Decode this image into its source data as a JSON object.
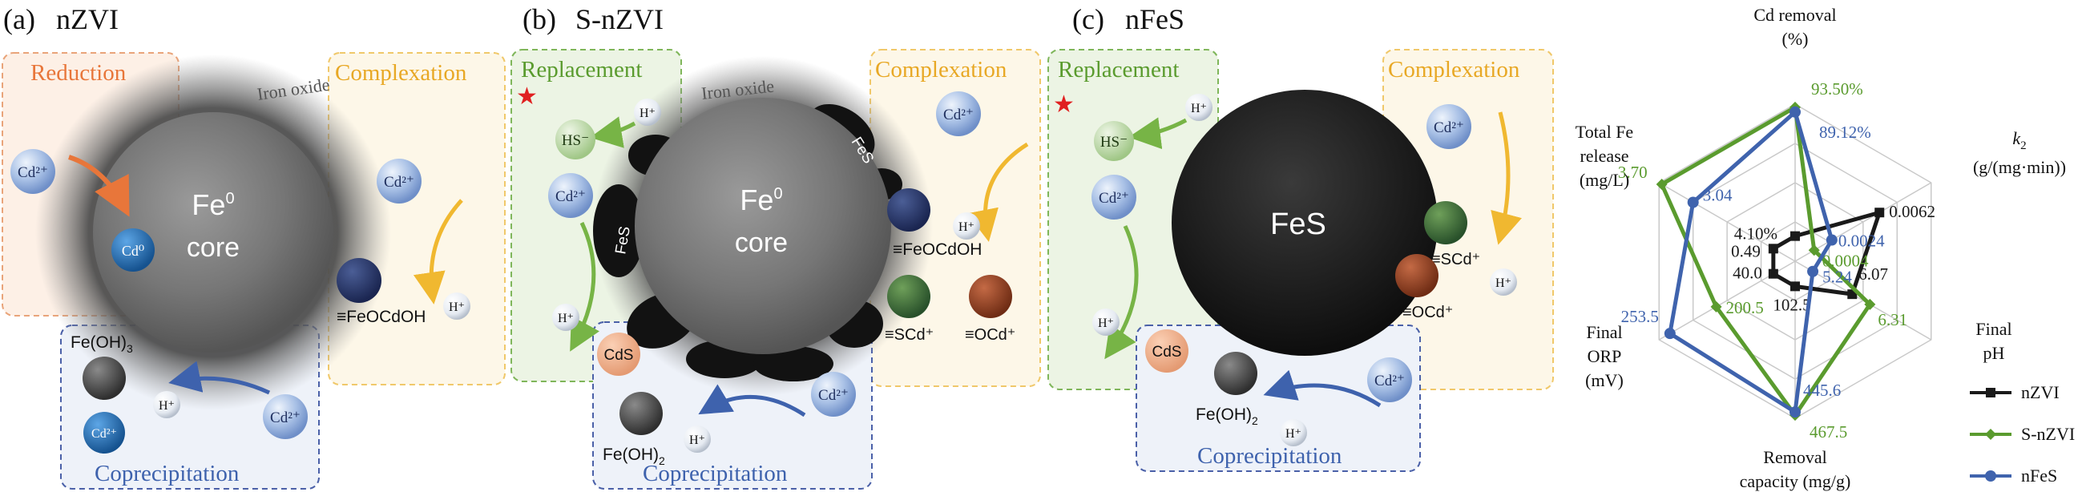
{
  "panels": {
    "a": {
      "letter": "(a)",
      "name": "nZVI",
      "boxes": {
        "reduction": "Reduction",
        "complexation": "Complexation",
        "coprecipitation": "Coprecipitation"
      },
      "shell": "Iron oxide",
      "core_symbol": "Fe",
      "core_sup": "0",
      "core_word": "core",
      "ions": {
        "cd_left": "Cd²⁺",
        "cd_core": "Cd⁰",
        "cd_complex": "Cd²⁺",
        "h_complex": "H⁺",
        "cd_bottom": "Cd²⁺",
        "h_bottom": "H⁺",
        "cd_bottom_ball": "Cd²⁺"
      },
      "species": {
        "fe_oh3_base": "Fe(OH)",
        "fe_oh3_sub": "3",
        "fe_ocdoh": "≡FeOCdOH"
      }
    },
    "b": {
      "letter": "(b)",
      "name": "S-nZVI",
      "boxes": {
        "replacement": "Replacement",
        "complexation": "Complexation",
        "coprecipitation": "Coprecipitation"
      },
      "shell": "Iron oxide",
      "fes_labels": [
        "FeS",
        "FeS"
      ],
      "core_symbol": "Fe",
      "core_sup": "0",
      "core_word": "core",
      "ions": {
        "h_top": "H⁺",
        "hs": "HS⁻",
        "cd_left": "Cd²⁺",
        "h_left": "H⁺",
        "cd_complex": "Cd²⁺",
        "h_complex": "H⁺",
        "h_bottom": "H⁺",
        "cd_bottom": "Cd²⁺"
      },
      "species": {
        "cds": "CdS",
        "fe_oh2_base": "Fe(OH)",
        "fe_oh2_sub": "2",
        "fe_ocdoh": "≡FeOCdOH",
        "scd": "≡SCd⁺",
        "ocd": "≡OCd⁺"
      },
      "star": "★"
    },
    "c": {
      "letter": "(c)",
      "name": "nFeS",
      "boxes": {
        "replacement": "Replacement",
        "complexation": "Complexation",
        "coprecipitation": "Coprecipitation"
      },
      "core_label": "FeS",
      "ions": {
        "h_top": "H⁺",
        "hs": "HS⁻",
        "cd_left": "Cd²⁺",
        "h_left": "H⁺",
        "cd_complex": "Cd²⁺",
        "h_complex": "H⁺",
        "h_bottom": "H⁺",
        "cd_bottom": "Cd²⁺"
      },
      "species": {
        "cds": "CdS",
        "fe_oh2_base": "Fe(OH)",
        "fe_oh2_sub": "2",
        "scd": "≡SCd⁺",
        "ocd": "≡OCd⁺"
      },
      "star": "★"
    }
  },
  "chart_data": {
    "type": "radar",
    "axes": [
      {
        "lines": [
          "Cd removal",
          "(%)"
        ]
      },
      {
        "lines": [
          "k",
          "(g/(mg·min))"
        ],
        "sub": "2"
      },
      {
        "lines": [
          "Final",
          "pH"
        ]
      },
      {
        "lines": [
          "Removal",
          "capacity (mg/g)"
        ]
      },
      {
        "lines": [
          "Final",
          "ORP",
          "(mV)"
        ]
      },
      {
        "lines": [
          "Total Fe",
          "release",
          "(mg/L)"
        ]
      }
    ],
    "series": [
      {
        "name": "nZVI",
        "color": "#1a1a1a",
        "marker": "square",
        "labels": [
          "4.10%",
          "0.0062",
          "6.07",
          "102.5",
          "40.0",
          "0.49"
        ],
        "radius": [
          0.16,
          0.62,
          0.42,
          0.16,
          0.16,
          0.16
        ]
      },
      {
        "name": "S-nZVI",
        "color": "#5a9b2e",
        "marker": "diamond",
        "labels": [
          "93.50%",
          "0.0004",
          "6.31",
          "467.5",
          "200.5",
          "3.70"
        ],
        "radius": [
          0.98,
          0.14,
          0.55,
          0.98,
          0.58,
          0.98
        ]
      },
      {
        "name": "nFeS",
        "color": "#3f63ad",
        "marker": "circle",
        "labels": [
          "89.12%",
          "0.0024",
          "5.24",
          "445.6",
          "253.5",
          "3.04"
        ],
        "radius": [
          0.95,
          0.27,
          0.13,
          0.96,
          0.92,
          0.75
        ]
      }
    ]
  }
}
